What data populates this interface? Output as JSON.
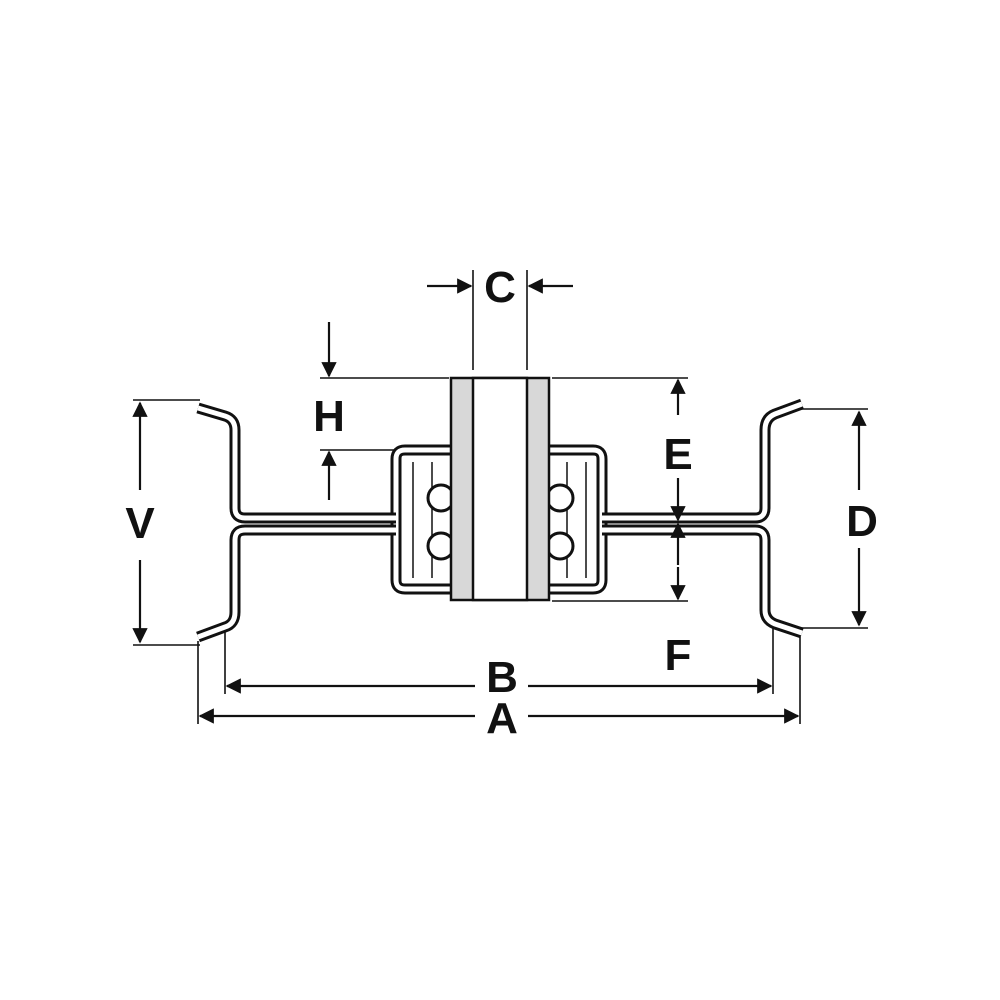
{
  "dimension_labels": {
    "a": "A",
    "b": "B",
    "c": "C",
    "d": "D",
    "e": "E",
    "f": "F",
    "h": "H",
    "v": "V"
  },
  "colors": {
    "line": "#111111",
    "part_fill": "#d8d8d8",
    "background": "#ffffff"
  }
}
